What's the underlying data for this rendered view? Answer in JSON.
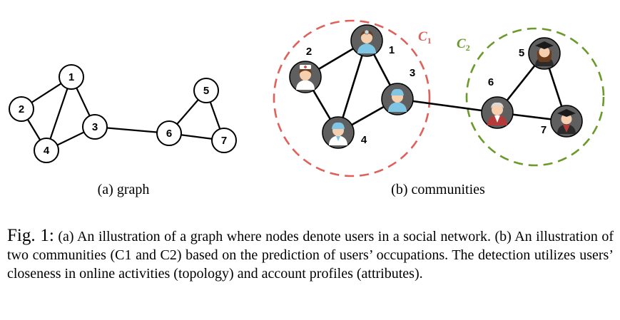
{
  "graph_a": {
    "nodes": [
      "1",
      "2",
      "3",
      "4",
      "5",
      "6",
      "7"
    ],
    "subcaption": "(a)  graph"
  },
  "graph_b": {
    "nodes": [
      "1",
      "2",
      "3",
      "4",
      "5",
      "6",
      "7"
    ],
    "community_1": {
      "letter": "C",
      "sub": "1",
      "color": "#e0605a"
    },
    "community_2": {
      "letter": "C",
      "sub": "2",
      "color": "#6a9a2a"
    },
    "avatar_colors": {
      "disk": "#5f5f5f",
      "skin": "#f6cfae",
      "nurse": "#ffffff",
      "doctor": "#7fc6e4",
      "hair": "#6b3c1e"
    },
    "subcaption": "(b)  communities"
  },
  "caption": {
    "label": "Fig. 1:",
    "text": "(a) An illustration of a graph where nodes denote users in a social network. (b) An illustration of two communities (C1 and C2) based on the prediction of users’ occupations. The detection utilizes users’ closeness in online activities (topology) and account profiles (attributes)."
  }
}
